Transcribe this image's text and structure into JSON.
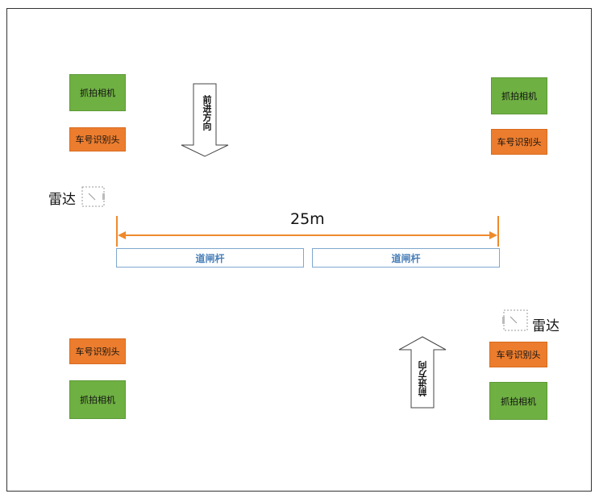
{
  "labels": {
    "camera": "抓拍相机",
    "reader": "车号识别头",
    "radar": "雷达",
    "direction": "前进方向",
    "gate": "道闸杆",
    "distance": "25m"
  },
  "colors": {
    "camera": "#6fb043",
    "reader": "#ec7d2e",
    "dimension_line": "#ef8a2c",
    "gate_border": "#7fa7cf",
    "gate_text": "#4a7fb8"
  },
  "icons": {
    "radar": "radar-icon",
    "arrow_down": "arrow-down-icon",
    "arrow_up": "arrow-up-icon"
  }
}
